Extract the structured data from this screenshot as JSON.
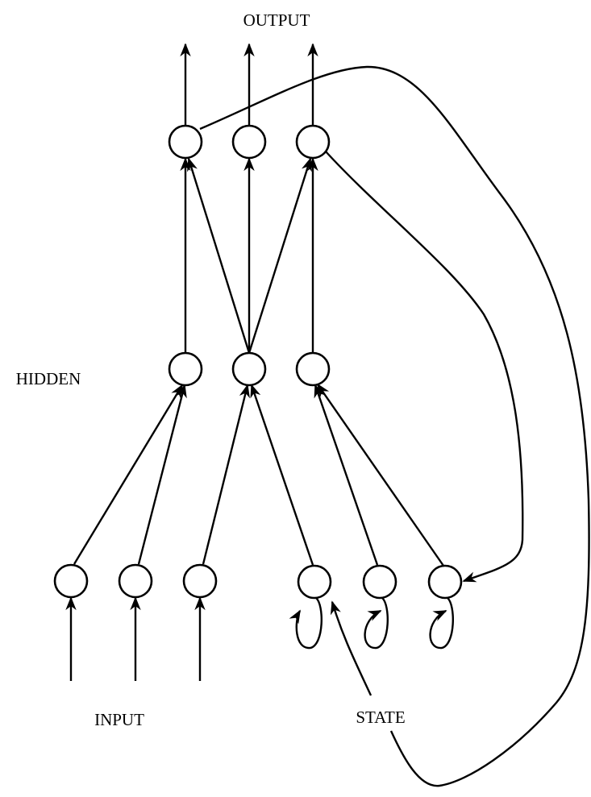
{
  "labels": {
    "output": "OUTPUT",
    "hidden": "HIDDEN",
    "input": "INPUT",
    "state": "STATE"
  },
  "layers": {
    "output": 3,
    "hidden": 3,
    "input": 3,
    "state": 3
  },
  "connections": [
    [
      "hidden-1",
      "output-1"
    ],
    [
      "hidden-2",
      "output-1"
    ],
    [
      "hidden-2",
      "output-2"
    ],
    [
      "hidden-2",
      "output-3"
    ],
    [
      "hidden-3",
      "output-3"
    ],
    [
      "input-1",
      "hidden-1"
    ],
    [
      "input-2",
      "hidden-1"
    ],
    [
      "input-3",
      "hidden-2"
    ],
    [
      "state-1",
      "hidden-2"
    ],
    [
      "state-2",
      "hidden-3"
    ],
    [
      "state-3",
      "hidden-3"
    ],
    [
      "output-1",
      "state-1"
    ],
    [
      "output-3",
      "state-3"
    ],
    [
      "state-1",
      "state-1"
    ],
    [
      "state-2",
      "state-2"
    ],
    [
      "state-3",
      "state-3"
    ]
  ]
}
